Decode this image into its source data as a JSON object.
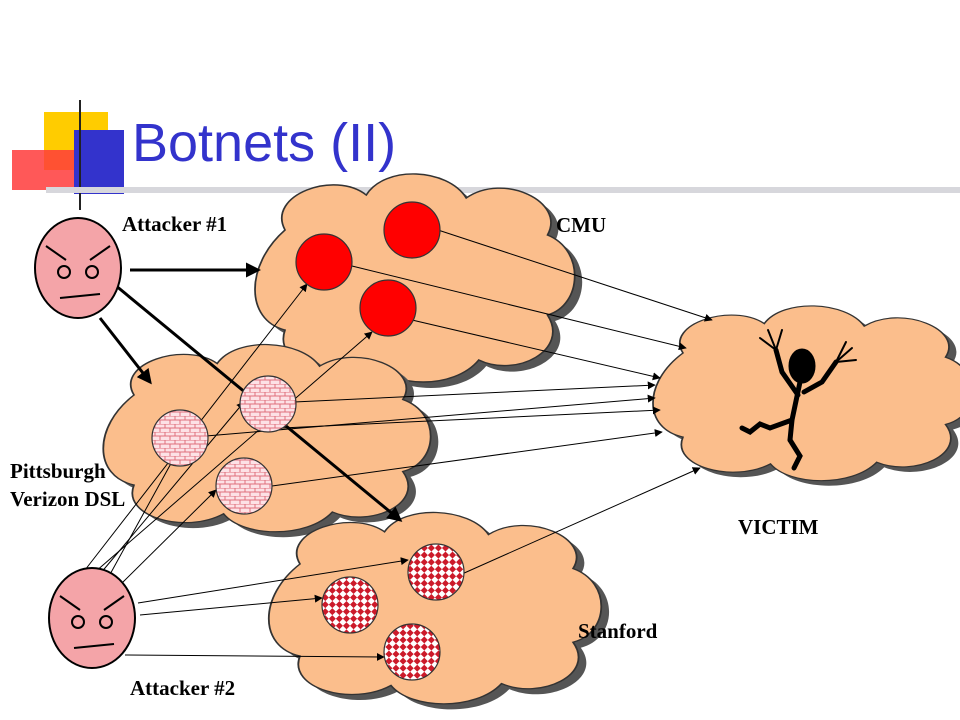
{
  "slide": {
    "title": "Botnets (II)"
  },
  "labels": {
    "attacker1": "Attacker #1",
    "attacker2": "Attacker #2",
    "cmu": "CMU",
    "pittsburgh_line1": "Pittsburgh",
    "pittsburgh_line2": "Verizon DSL",
    "stanford": "Stanford",
    "victim": "VICTIM"
  },
  "colors": {
    "title": "#3333cc",
    "cloud_fill": "#fbbe8c",
    "cmu_bot": "#ff0000",
    "pittsburgh_bot": "#f4b8c0",
    "stanford_bot": "#cc1a2a",
    "attacker_face": "#f4a4a8",
    "accent_yellow": "#ffcc00",
    "accent_blue": "#3333cc",
    "accent_red": "#ff3333"
  },
  "icons": [
    "attacker-face-icon",
    "victim-figure-icon",
    "bot-node-icon",
    "cloud-network-icon"
  ]
}
